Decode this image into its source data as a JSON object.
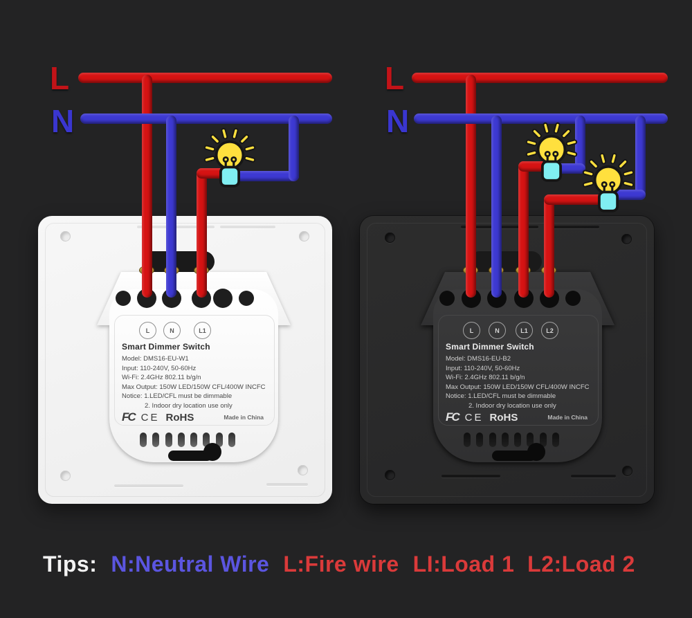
{
  "left_diagram": {
    "live_label": "L",
    "neutral_label": "N",
    "switch": {
      "terminals": [
        "L",
        "N",
        "L1"
      ],
      "title": "Smart Dimmer Switch",
      "model": "Model: DMS16-EU-W1",
      "input": "Input: 110-240V, 50-60Hz",
      "wifi": "Wi-Fi: 2.4GHz 802.11 b/g/n",
      "max_output": "Max Output: 150W LED/150W CFL/400W INCFC",
      "notice_line1": "Notice: 1.LED/CFL must be dimmable",
      "notice_line2": "2. Indoor dry location use only",
      "cert_fcc": "FC",
      "cert_ce": "CE",
      "cert_rohs": "RoHS",
      "made_in": "Made in China"
    }
  },
  "right_diagram": {
    "live_label": "L",
    "neutral_label": "N",
    "switch": {
      "terminals": [
        "L",
        "N",
        "L1",
        "L2"
      ],
      "title": "Smart Dimmer Switch",
      "model": "Model: DMS16-EU-B2",
      "input": "Input: 110-240V, 50-60Hz",
      "wifi": "Wi-Fi: 2.4GHz 802.11 b/g/n",
      "max_output": "Max Output: 150W LED/150W CFL/400W INCFC",
      "notice_line1": "Notice: 1.LED/CFL must be dimmable",
      "notice_line2": "2. Indoor dry location use only",
      "cert_fcc": "FC",
      "cert_ce": "CE",
      "cert_rohs": "RoHS",
      "made_in": "Made in China"
    }
  },
  "tips": {
    "label": "Tips:",
    "neutral_text": "N:Neutral Wire",
    "fire_text": "L:Fire wire",
    "loads_text": "LI:Load 1  L2:Load 2"
  },
  "colors": {
    "live_wire": "#d61313",
    "neutral_wire": "#3d39d2",
    "bulb_yellow": "#ffe03e",
    "bulb_base_cyan": "#80eef2",
    "tips_neutral": "#5b55e0",
    "tips_fire": "#da3a3a",
    "background": "#232324"
  }
}
